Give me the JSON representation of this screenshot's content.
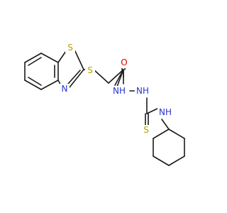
{
  "molecule": {
    "atoms": {
      "S_ring": {
        "symbol": "S",
        "color": "#b8a000"
      },
      "N_ring": {
        "symbol": "N",
        "color": "#2a34d0"
      },
      "S_thioether": {
        "symbol": "S",
        "color": "#b8a000"
      },
      "O_carbonyl": {
        "symbol": "O",
        "color": "#e00000"
      },
      "NH_1": {
        "symbol": "NH",
        "color": "#2a34d0"
      },
      "NH_2": {
        "symbol": "NH",
        "color": "#2a34d0"
      },
      "S_thione": {
        "symbol": "S",
        "color": "#b8a000"
      },
      "NH_3": {
        "symbol": "NH",
        "color": "#2a34d0"
      }
    }
  }
}
